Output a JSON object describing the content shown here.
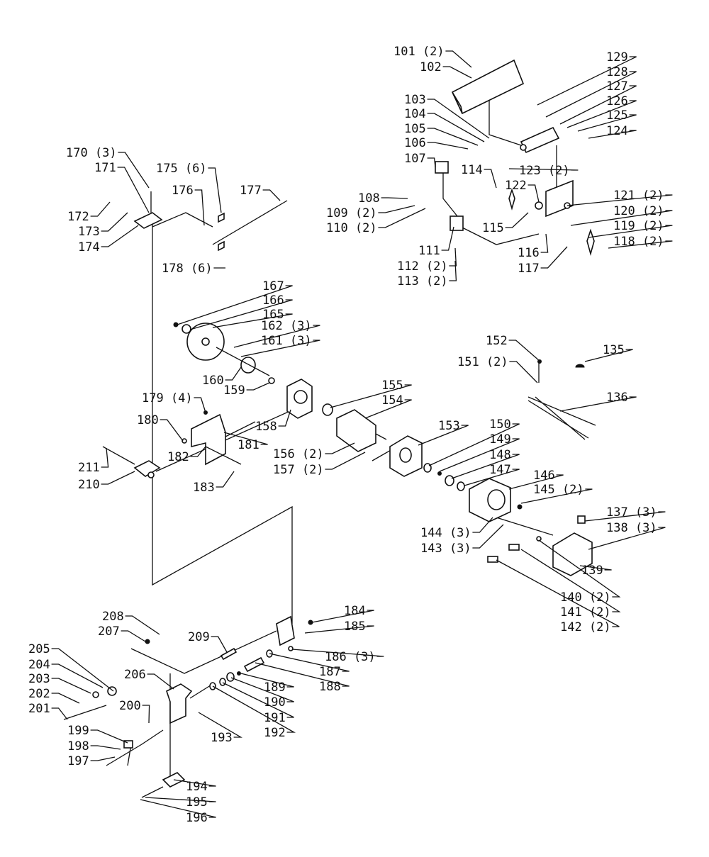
{
  "labels": [
    "101 (2)",
    "102",
    "103",
    "104",
    "105",
    "106",
    "107",
    "108",
    "109 (2)",
    "110 (2)",
    "111",
    "112 (2)",
    "113 (2)",
    "114",
    "115",
    "116",
    "117",
    "118 (2)",
    "119 (2)",
    "120 (2)",
    "121 (2)",
    "122",
    "123 (2)",
    "124",
    "125",
    "126",
    "127",
    "128",
    "129",
    "135",
    "136",
    "137 (3)",
    "138 (3)",
    "139",
    "140 (2)",
    "141 (2)",
    "142 (2)",
    "143 (3)",
    "144 (3)",
    "145 (2)",
    "146",
    "147",
    "148",
    "149",
    "150",
    "151 (2)",
    "152",
    "153",
    "154",
    "155",
    "156 (2)",
    "157 (2)",
    "158",
    "159",
    "160",
    "161 (3)",
    "162 (3)",
    "165",
    "166",
    "167",
    "170 (3)",
    "171",
    "172",
    "173",
    "174",
    "175 (6)",
    "176",
    "177",
    "178 (6)",
    "179 (4)",
    "180",
    "181",
    "182",
    "183",
    "184",
    "185",
    "186 (3)",
    "187",
    "188",
    "189",
    "190",
    "191",
    "192",
    "193",
    "194",
    "195",
    "196",
    "197",
    "198",
    "199",
    "200",
    "201",
    "202",
    "203",
    "204",
    "205",
    "206",
    "207",
    "208",
    "209",
    "210",
    "211"
  ]
}
